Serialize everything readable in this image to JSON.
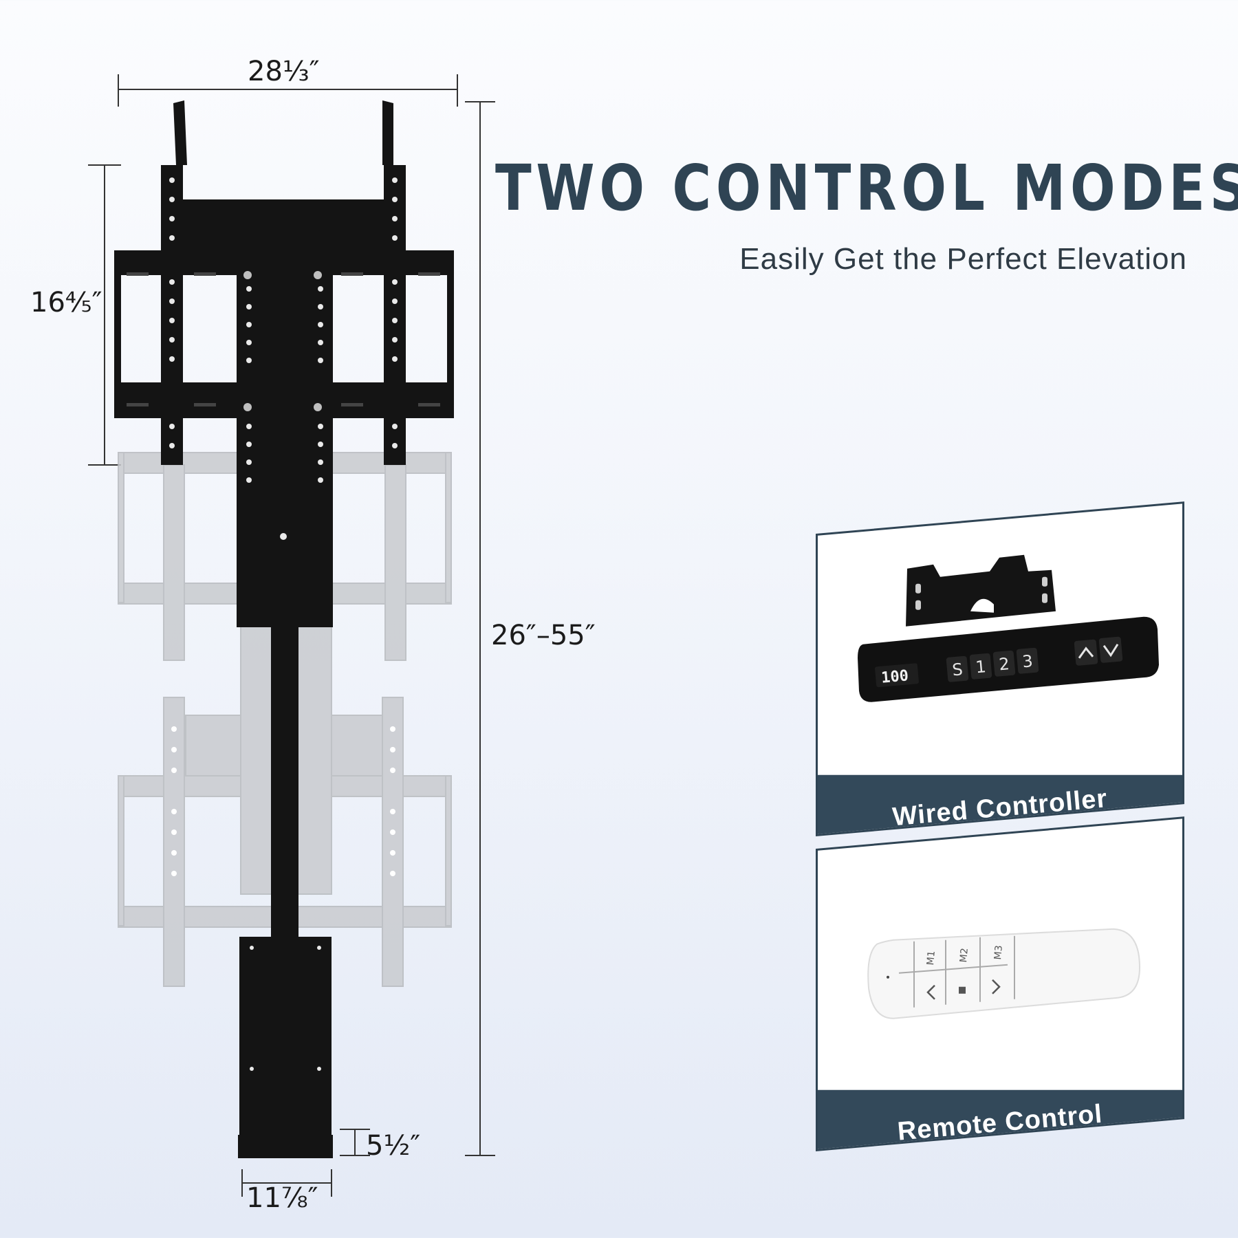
{
  "dimensions": {
    "width_label": "28⅓″",
    "mount_height_label": "16⅘″",
    "lift_range_label": "26″–55″",
    "base_depth_label": "5½″",
    "base_width_label": "11⅞″"
  },
  "headline": {
    "title": "TWO CONTROL MODES",
    "subtitle": "Easily Get the Perfect Elevation"
  },
  "cards": {
    "wired": {
      "label": "Wired Controller",
      "display": "100",
      "buttons": [
        "S",
        "1",
        "2",
        "3"
      ],
      "arrow_icons": [
        "chevron-up-icon",
        "chevron-down-icon"
      ]
    },
    "remote": {
      "label": "Remote Control",
      "memory_buttons": [
        "M1",
        "M2",
        "M3"
      ],
      "control_icons": [
        "chevron-left-icon",
        "stop-icon",
        "chevron-right-icon"
      ]
    }
  },
  "colors": {
    "brand_navy": "#2f4454",
    "mount_black": "#141414",
    "ghost_gray": "#c4c7cb"
  }
}
